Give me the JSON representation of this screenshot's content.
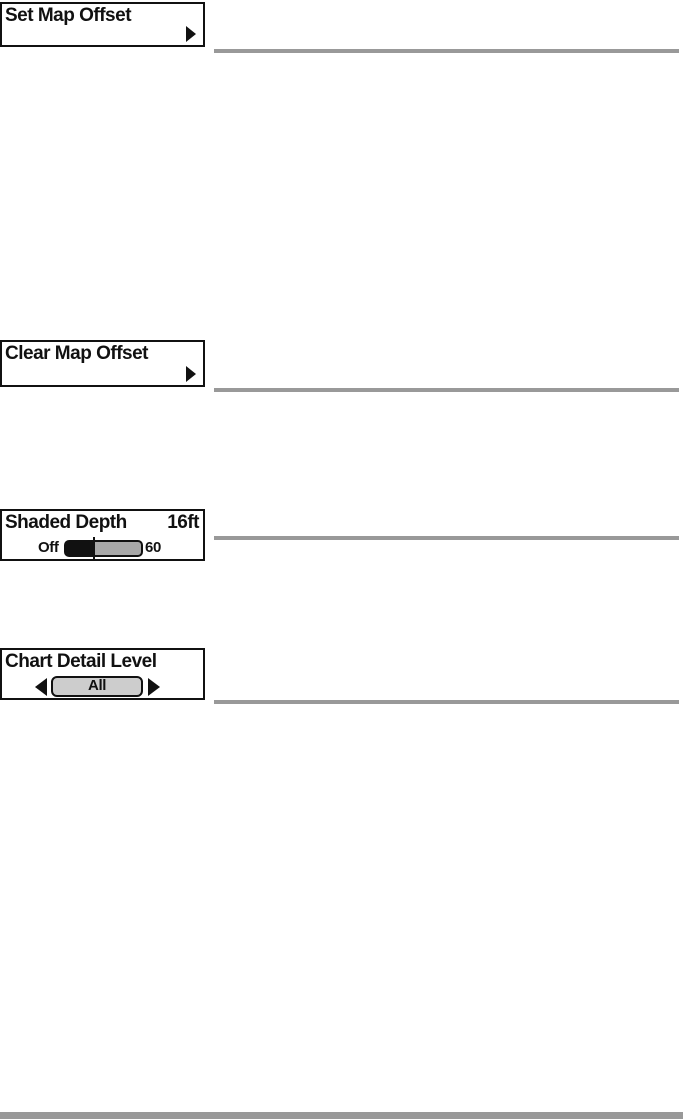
{
  "colors": {
    "page_background": "#ffffff",
    "rule": "#999999",
    "footer_bar": "#999999",
    "menu_border": "#111111",
    "slider_track": "#a8a8a8",
    "slider_fill": "#111111",
    "select_background": "#cdcdcd"
  },
  "menus": {
    "set_map_offset": {
      "label": "Set Map Offset",
      "type": "action",
      "arrow": "right"
    },
    "clear_map_offset": {
      "label": "Clear Map Offset",
      "type": "action",
      "arrow": "right"
    },
    "shaded_depth": {
      "label": "Shaded Depth",
      "value": "16ft",
      "value_num": 16,
      "type": "slider",
      "slider": {
        "min_label": "Off",
        "max_label": "60"
      }
    },
    "chart_detail_level": {
      "label": "Chart Detail Level",
      "value": "All",
      "type": "selector"
    }
  }
}
